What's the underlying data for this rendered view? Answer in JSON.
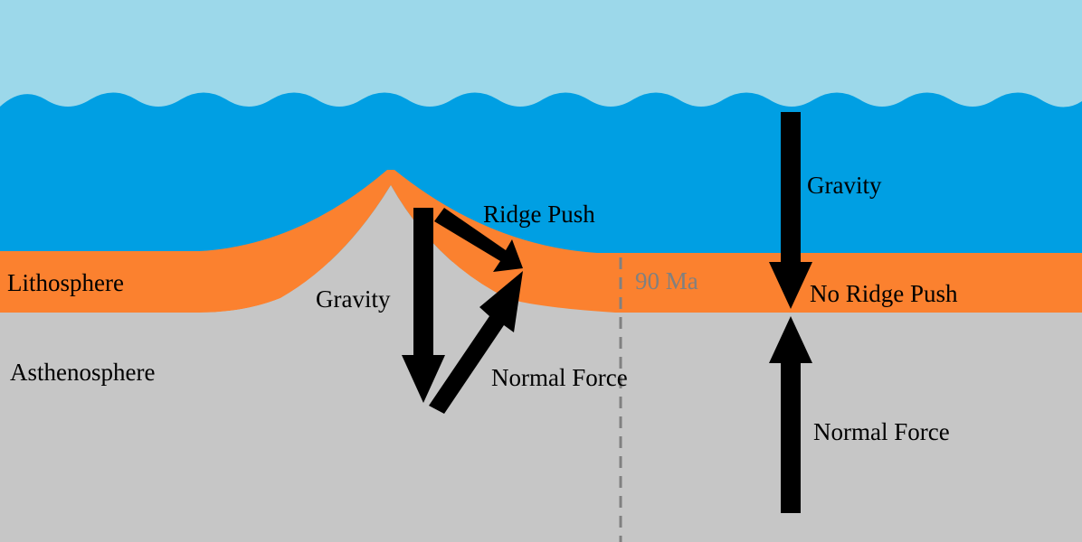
{
  "labels": {
    "lithosphere": "Lithosphere",
    "asthenosphere": "Asthenosphere",
    "ridge_push": "Ridge Push",
    "gravity_ridge": "Gravity",
    "normal_force_ridge": "Normal Force",
    "age_marker": "90 Ma",
    "gravity_right": "Gravity",
    "no_ridge_push": "No Ridge Push",
    "normal_force_right": "Normal Force"
  },
  "colors": {
    "sky": "#9cd8ea",
    "ocean": "#009fe3",
    "lithosphere": "#fb812f",
    "asthenosphere": "#c6c6c6",
    "arrow": "#000000",
    "age_line": "#808080"
  }
}
